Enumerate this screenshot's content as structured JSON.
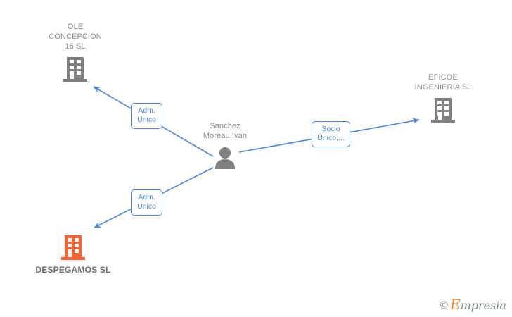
{
  "diagram": {
    "type": "corporate-relationship-graph",
    "background": "#ffffff",
    "accent_blue": "#4a86d8",
    "entity_gray": "#808080",
    "entity_orange": "#f96331",
    "label_gray": "#8a8a8a"
  },
  "nodes": [
    {
      "id": "ole-concepcion",
      "label": "OLE\nCONCEPCION\n16 SL",
      "icon": "company-building-icon",
      "color": "#808080",
      "label_position": "above"
    },
    {
      "id": "eficoe-ingenieria",
      "label": "EFICOE\nINGENIERIA SL",
      "icon": "company-building-icon",
      "color": "#808080",
      "label_position": "above"
    },
    {
      "id": "despegamos",
      "label": "DESPEGAMOS SL",
      "icon": "company-building-icon",
      "color": "#f96331",
      "label_position": "below"
    },
    {
      "id": "sanchez-moreau-ivan",
      "label": "Sanchez\nMoreau Ivan",
      "icon": "person-icon",
      "color": "#808080",
      "label_position": "above"
    }
  ],
  "edges": [
    {
      "id": "edge-ole",
      "from": "sanchez-moreau-ivan",
      "to": "ole-concepcion",
      "relation": "Adm.\nUnico",
      "direction": "to-company"
    },
    {
      "id": "edge-eficoe",
      "from": "sanchez-moreau-ivan",
      "to": "eficoe-ingenieria",
      "relation": "Socio\nÚnico,...",
      "direction": "to-company"
    },
    {
      "id": "edge-despegamos",
      "from": "sanchez-moreau-ivan",
      "to": "despegamos",
      "relation": "Adm.\nUnico",
      "direction": "to-company"
    }
  ],
  "watermark": {
    "copyright": "©",
    "brand_initial": "E",
    "brand_rest": "mpresia"
  }
}
